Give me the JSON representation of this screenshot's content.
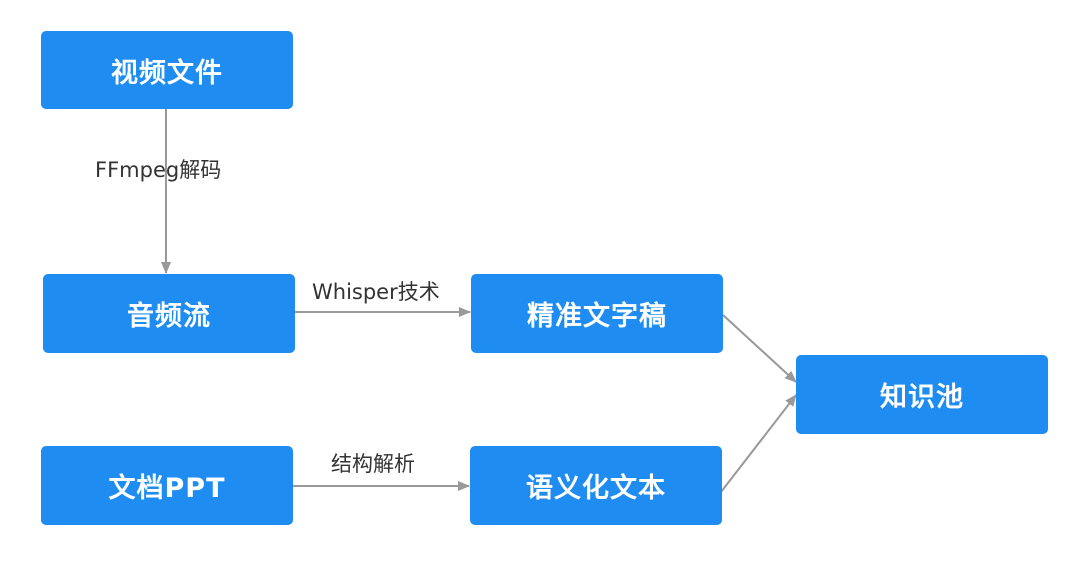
{
  "nodes": {
    "video_file": "视频文件",
    "audio_stream": "音频流",
    "transcript": "精准文字稿",
    "knowledge_pool": "知识池",
    "doc_ppt": "文档PPT",
    "semantic_text": "语义化文本"
  },
  "edges": {
    "video_to_audio": "FFmpeg解码",
    "audio_to_transcript": "Whisper技术",
    "doc_to_semantic": "结构解析"
  },
  "colors": {
    "node_fill": "#1e8cf0",
    "node_text": "#ffffff",
    "edge_line": "#999999",
    "edge_label": "#333333"
  }
}
